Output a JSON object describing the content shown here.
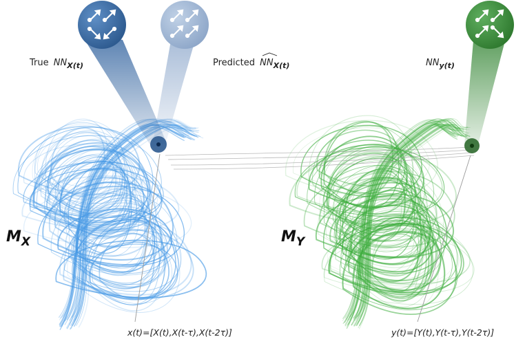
{
  "labels": {
    "true_nn_prefix": "True",
    "true_nn": "NN",
    "true_nn_sub": "X(t)",
    "predicted_prefix": "Predicted",
    "predicted_nn": "NN",
    "predicted_nn_sub": "X(t)",
    "nn_y": "NN",
    "nn_y_sub": "y(t)",
    "manifold_x": "M",
    "manifold_x_sub": "X",
    "manifold_y": "M",
    "manifold_y_sub": "Y",
    "x_equation": "x(t)=[X(t),X(t-τ),X(t-2τ)]",
    "y_equation": "y(t)=[Y(t),Y(t-τ),Y(t-2τ)]"
  },
  "icons": {
    "true_nn_network": "network-arrows-icon",
    "predicted_nn_network": "network-arrows-icon",
    "nn_y_network": "network-arrows-icon"
  },
  "colors": {
    "blue_dark": "#3b6aa3",
    "blue_light": "#9eb5d3",
    "blue_lines": "#4a9be6",
    "green_dark": "#3c8a3c",
    "green_lines": "#3fae3f"
  }
}
